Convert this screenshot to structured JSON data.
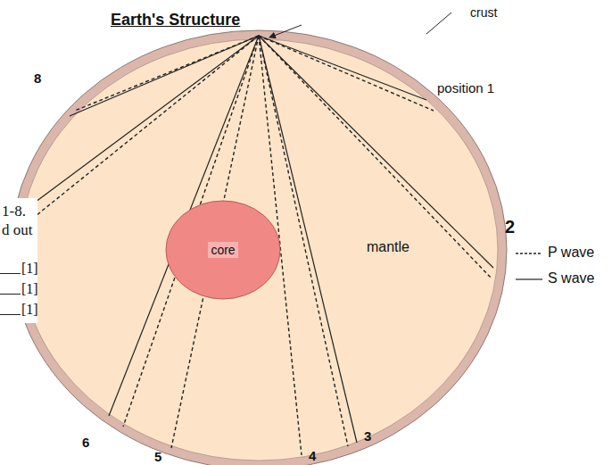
{
  "diagram": {
    "title": "Earth's Structure",
    "nodes": [
      {
        "text": [
          "mantle"
        ]
      },
      {
        "text": [
          "core"
        ],
        "in": 0
      }
    ],
    "labels": [
      "crust",
      "8",
      "position 1",
      "2",
      "1-8.",
      "d out",
      "[1]",
      "[1]",
      "[1]",
      "3",
      "4",
      "5",
      "6"
    ],
    "legend": [
      {
        "text": "P wave"
      },
      {
        "text": "S wave"
      }
    ]
  }
}
